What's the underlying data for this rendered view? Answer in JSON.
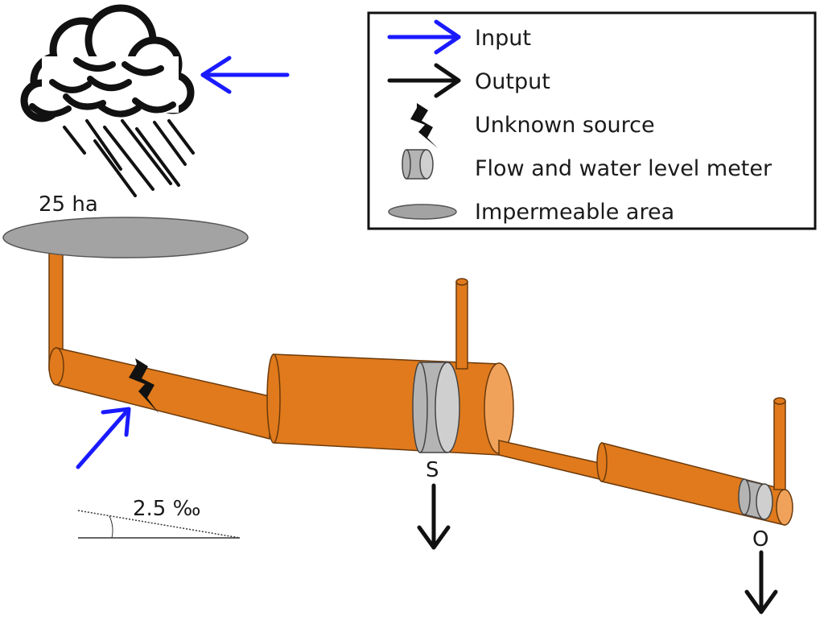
{
  "legend": {
    "input": "Input",
    "output": "Output",
    "unknown_source": "Unknown source",
    "meter": "Flow and water level meter",
    "impermeable": "Impermeable area"
  },
  "labels": {
    "area": "25 ha",
    "slope": "2.5 ‰",
    "outlet_s": "S",
    "outlet_o": "O"
  },
  "colors": {
    "pipe": "#e07a1c",
    "pipe_light": "#f1a25a",
    "pipe_stroke": "#6b3a0c",
    "meter": "#b4b4b4",
    "meter_light": "#cfcfcf",
    "impermeable": "#a3a3a3",
    "input_arrow": "#1a1aff",
    "output_arrow": "#111111"
  },
  "icons": [
    "rain-cloud-icon",
    "lightning-icon",
    "meter-icon",
    "input-arrow-icon",
    "output-arrow-icon"
  ]
}
